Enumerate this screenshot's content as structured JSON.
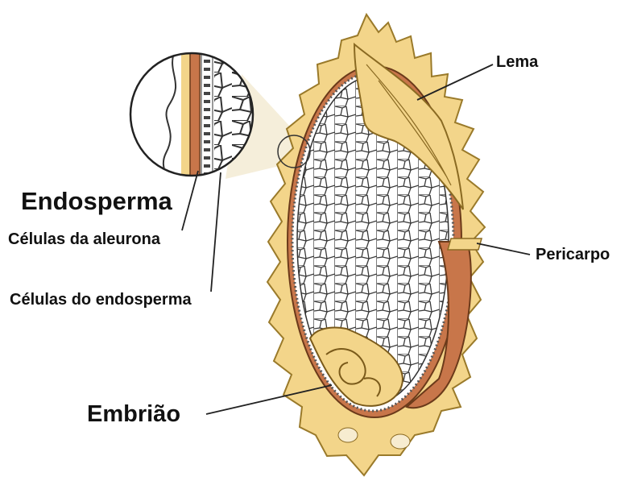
{
  "labels": {
    "endosperma": "Endosperma",
    "aleurona": "Células da aleurona",
    "celulas_endosperma": "Células do endosperma",
    "embriao": "Embrião",
    "lema": "Lema",
    "pericarpo": "Pericarpo"
  },
  "colors": {
    "husk_fill": "#f3d58a",
    "husk_stroke": "#9a7a2a",
    "pericarp": "#c8764a",
    "endosperm_fill": "#ffffff",
    "cell_stroke": "#2f2f2f",
    "leader": "#222222"
  }
}
